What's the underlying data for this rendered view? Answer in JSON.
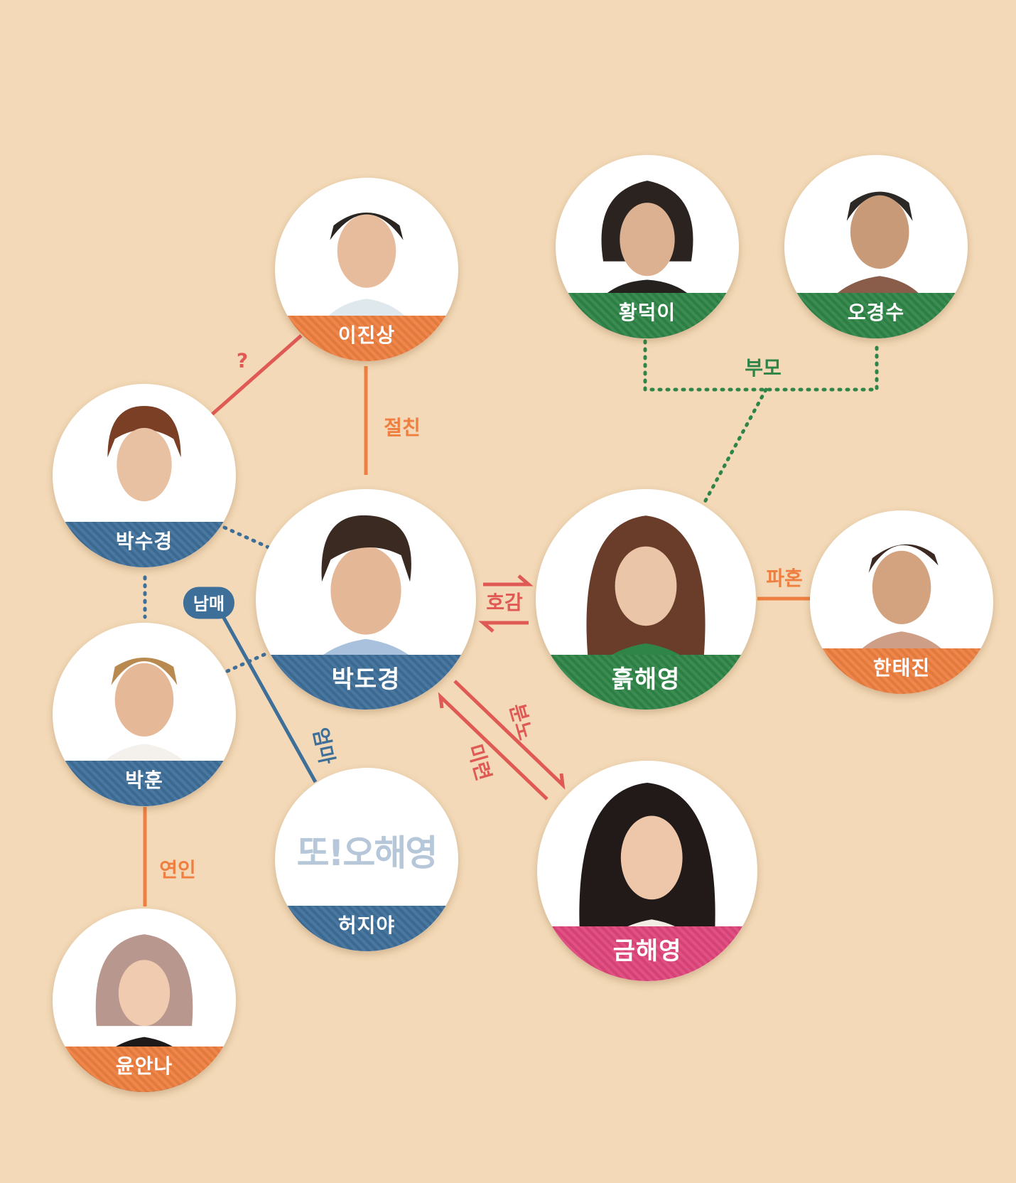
{
  "colors": {
    "background": "#f3d9b7",
    "orange": "#ee7f40",
    "blue": "#3e6f99",
    "green": "#2f8547",
    "pink": "#e0467b",
    "red": "#e05a55"
  },
  "characters": {
    "lee_jin_sang": {
      "name": "이진상",
      "color": "orange"
    },
    "hwang_deok_i": {
      "name": "황덕이",
      "color": "green"
    },
    "oh_gyeong_su": {
      "name": "오경수",
      "color": "green"
    },
    "park_su_gyeong": {
      "name": "박수경",
      "color": "blue"
    },
    "park_do_gyeong": {
      "name": "박도경",
      "color": "blue"
    },
    "heuk_hae_young": {
      "name": "흙해영",
      "color": "green"
    },
    "han_tae_jin": {
      "name": "한태진",
      "color": "orange"
    },
    "park_hoon": {
      "name": "박훈",
      "color": "blue"
    },
    "heo_ji_ya": {
      "name": "허지야",
      "color": "blue"
    },
    "geum_hae_young": {
      "name": "금해영",
      "color": "pink"
    },
    "yoon_an_na": {
      "name": "윤안나",
      "color": "orange"
    }
  },
  "logo": {
    "text": "또!오해영",
    "icon": "show-logo-icon"
  },
  "relations": {
    "unknown": "?",
    "best_friend": "절친",
    "parents": "부모",
    "crush": "호감",
    "broken_engagement": "파혼",
    "siblings": "남매",
    "anger": "분노",
    "lingering_feelings": "미련",
    "mom": "엄마",
    "lovers": "연인"
  }
}
